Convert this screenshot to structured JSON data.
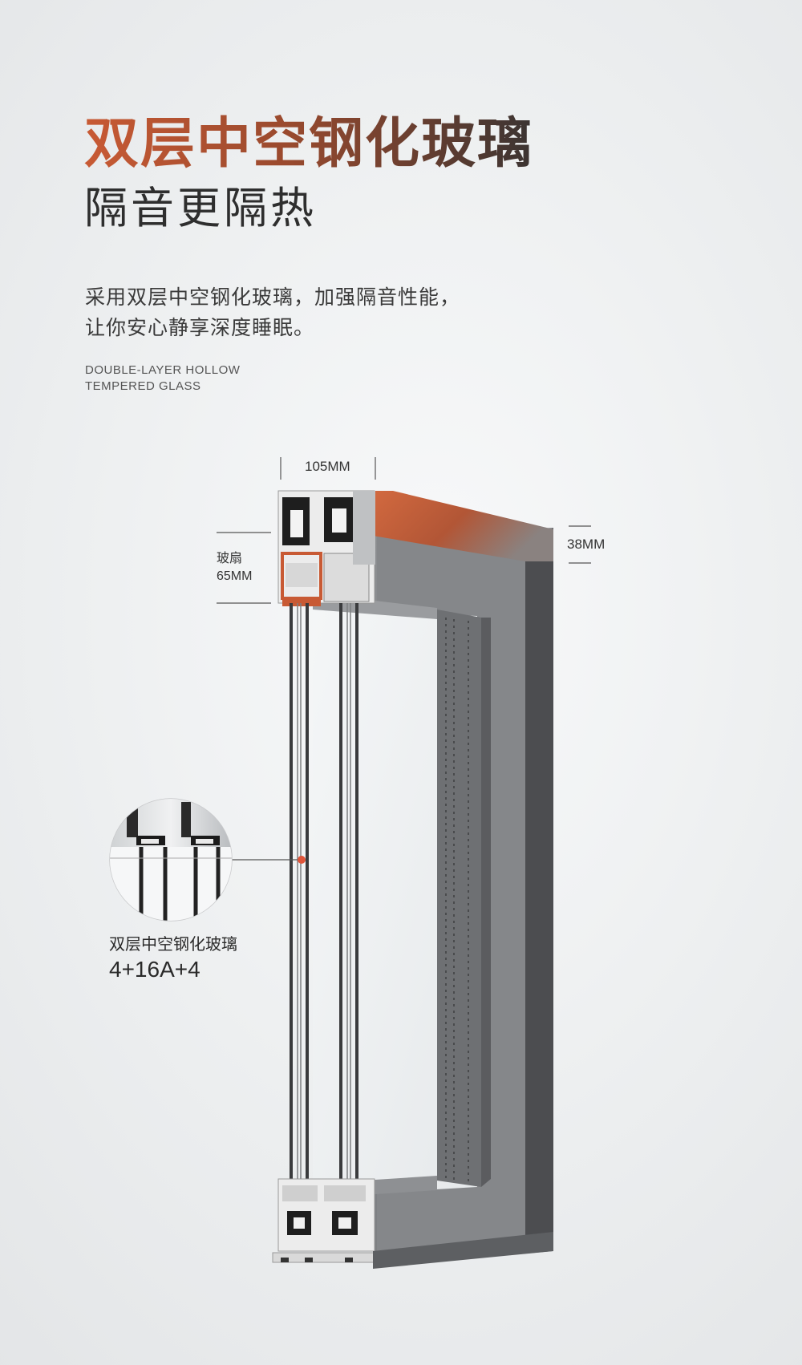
{
  "heading": {
    "title": "双层中空钢化玻璃",
    "subtitle": "隔音更隔热"
  },
  "description": {
    "line1": "采用双层中空钢化玻璃，加强隔音性能，",
    "line2": "让你安心静享深度睡眠。"
  },
  "english_caption": {
    "line1": "DOUBLE-LAYER HOLLOW",
    "line2": "TEMPERED GLASS"
  },
  "dimensions": {
    "frame_depth": "105MM",
    "frame_face": "38MM",
    "sash_label": "玻扇",
    "sash_depth": "65MM"
  },
  "glass_callout": {
    "name": "双层中空钢化玻璃",
    "spec": "4+16A+4"
  },
  "colors": {
    "accent": "#c85a34",
    "frame_gray": "#7a7c7f",
    "marker": "#e0553a"
  }
}
